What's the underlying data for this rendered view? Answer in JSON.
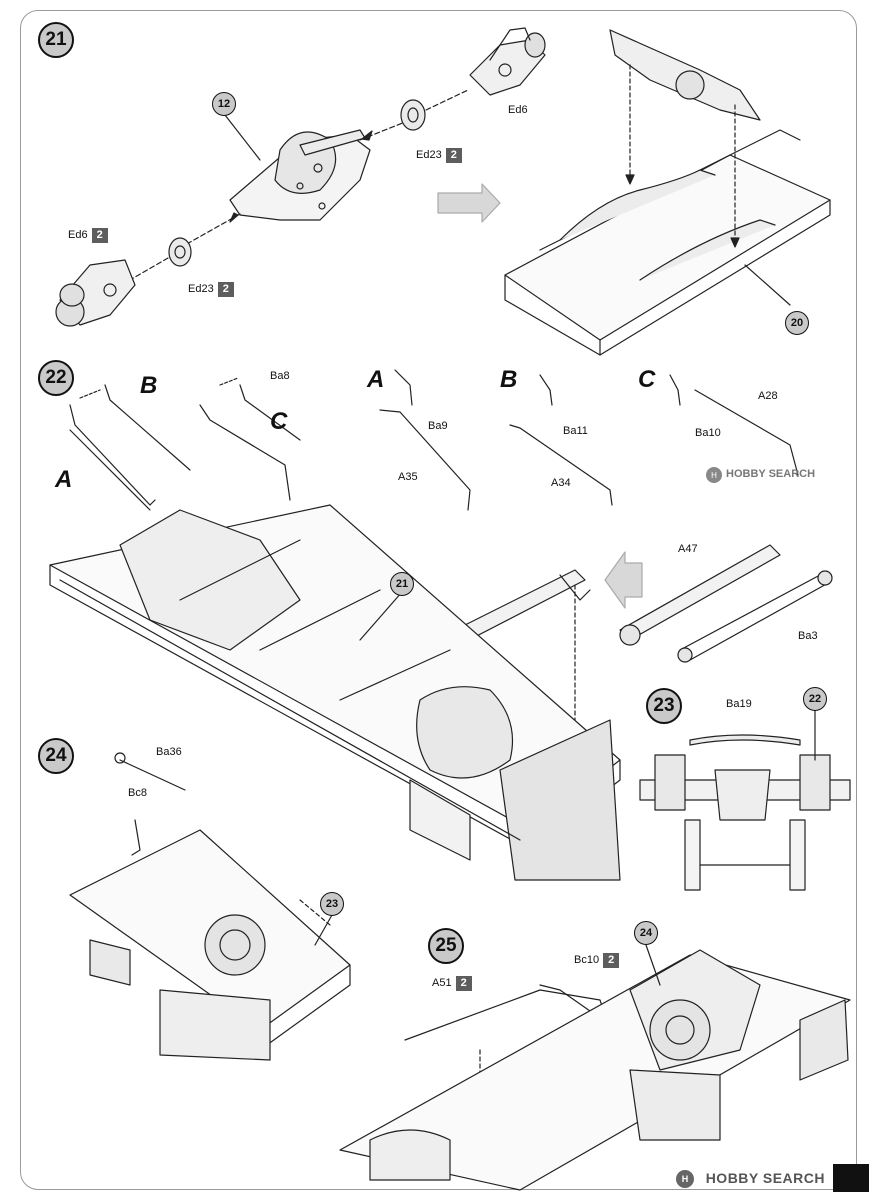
{
  "steps": {
    "s21": "21",
    "s22": "22",
    "s23": "23",
    "s24": "24",
    "s25": "25"
  },
  "refs": {
    "r12": "12",
    "r20": "20",
    "r21": "21",
    "r22": "22",
    "r23": "23",
    "r24": "24"
  },
  "parts": {
    "ed6_top": "Ed6",
    "ed23_top": "Ed23",
    "ed6_left": "Ed6",
    "ed23_bottom": "Ed23",
    "ba8": "Ba8",
    "ba9": "Ba9",
    "a35": "A35",
    "ba11": "Ba11",
    "a34": "A34",
    "ba10": "Ba10",
    "a28": "A28",
    "a47": "A47",
    "ba3": "Ba3",
    "ba19": "Ba19",
    "ba36": "Ba36",
    "bc8": "Bc8",
    "bc10": "Bc10",
    "a51": "A51"
  },
  "badges": {
    "ed23_top": "2",
    "ed6_left": "2",
    "ed23_bottom": "2",
    "bc10": "2",
    "a51": "2"
  },
  "letters": {
    "A_main": "A",
    "B_main": "B",
    "C_main": "C",
    "A_sub": "A",
    "B_sub": "B",
    "C_sub": "C"
  },
  "watermark": {
    "top": "HOBBY SEARCH",
    "bottom": "HOBBY SEARCH"
  },
  "colors": {
    "step_fill": "#c9c9c9",
    "badge_fill": "#5d5d5d",
    "line": "#222222"
  }
}
